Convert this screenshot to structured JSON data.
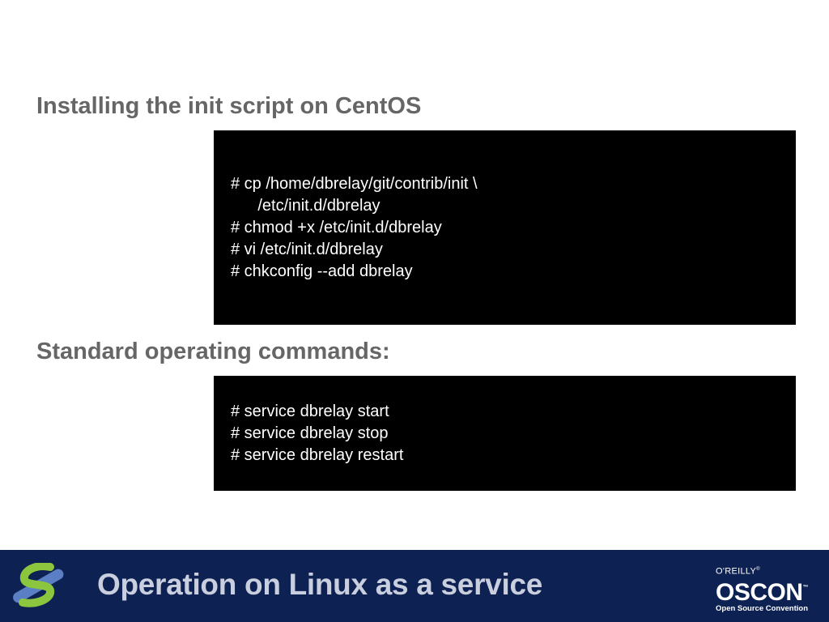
{
  "slide": {
    "section_1_heading": "Installing the init script on CentOS",
    "section_1_commands": [
      "# cp /home/dbrelay/git/contrib/init \\",
      "      /etc/init.d/dbrelay",
      "# chmod +x /etc/init.d/dbrelay",
      "# vi /etc/init.d/dbrelay",
      "# chkconfig --add dbrelay"
    ],
    "section_2_heading": "Standard operating commands:",
    "section_2_commands": [
      "# service dbrelay start",
      "# service dbrelay stop",
      "# service dbrelay restart"
    ]
  },
  "footer": {
    "title": "Operation on Linux as a service",
    "logo_icon": "s-swoosh-logo-icon",
    "brand_publisher": "O'REILLY",
    "brand_publisher_mark": "®",
    "brand_name": "OSCON",
    "brand_name_mark": "™",
    "brand_tagline": "Open Source Convention"
  },
  "colors": {
    "heading_text": "#666666",
    "terminal_bg": "#000000",
    "terminal_text": "#ffffff",
    "footer_bg": "#0d2152",
    "footer_title": "#c9cfde",
    "logo_green": "#8cc63f",
    "logo_blue": "#5b7fc4"
  }
}
